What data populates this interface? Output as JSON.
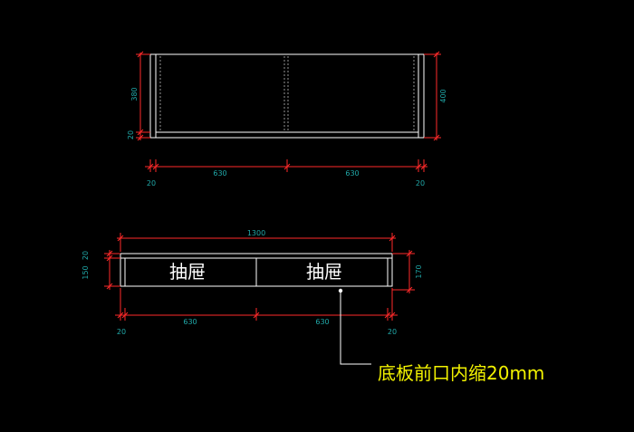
{
  "colors": {
    "background": "#000000",
    "outline": "#ffffff",
    "dimension_line": "#ff2a2a",
    "dimension_text": "#20a8a8",
    "note_text": "#f2f200"
  },
  "top_view": {
    "height_inner": "380",
    "bottom_thickness": "20",
    "height_total": "400",
    "width_left": "630",
    "width_right": "630",
    "side_left": "20",
    "side_right": "20"
  },
  "front_view": {
    "total_width": "1300",
    "top_thickness": "20",
    "drawer_height": "150",
    "total_height": "170",
    "drawer_left_label": "抽屉",
    "drawer_right_label": "抽屉",
    "width_left": "630",
    "width_right": "630",
    "side_left": "20",
    "side_right": "20"
  },
  "annotation": {
    "text": "底板前口内缩20mm"
  }
}
